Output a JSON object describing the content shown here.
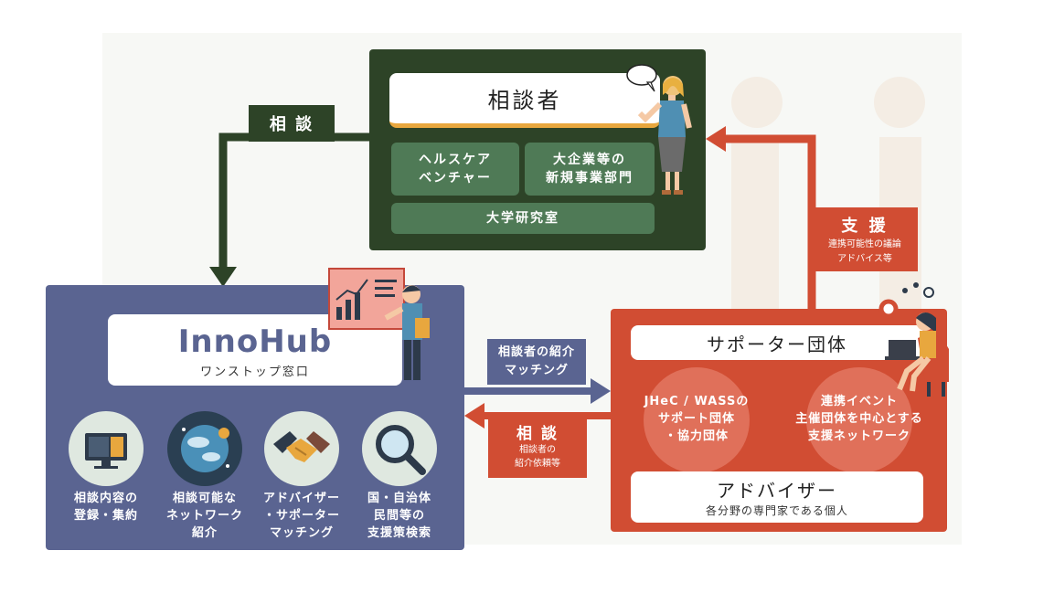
{
  "consultant": {
    "title": "相談者",
    "groups": [
      "ヘルスケア\nベンチャー",
      "大企業等の\n新規事業部門",
      "大学研究室"
    ]
  },
  "arrows": {
    "consult_down": "相 談",
    "intro_label": "相談者の紹介\nマッチング",
    "consult_back_title": "相 談",
    "consult_back_sub": "相談者の\n紹介依頼等",
    "support_title": "支 援",
    "support_sub": "連携可能性の議論\nアドバイス等"
  },
  "innohub": {
    "logo": "InnoHub",
    "subtitle": "ワンストップ窓口",
    "features": [
      {
        "icon": "monitor-icon",
        "label": "相談内容の\n登録・集約"
      },
      {
        "icon": "globe-network-icon",
        "label": "相談可能な\nネットワーク\n紹介"
      },
      {
        "icon": "handshake-icon",
        "label": "アドバイザー\n・サポーター\nマッチング"
      },
      {
        "icon": "magnifier-icon",
        "label": "国・自治体\n民間等の\n支援策検索"
      }
    ]
  },
  "supporter": {
    "title": "サポーター団体",
    "circle_left": "JHeC / WASSの\nサポート団体\n・協力団体",
    "circle_right": "連携イベント\n主催団体を中心とする\n支援ネットワーク",
    "advisor_title": "アドバイザー",
    "advisor_sub": "各分野の専門家である個人"
  },
  "colors": {
    "green_dark": "#2d4327",
    "green_card": "#4f7a56",
    "navy": "#5a6491",
    "red": "#d14d33",
    "gold": "#e8a73e"
  }
}
